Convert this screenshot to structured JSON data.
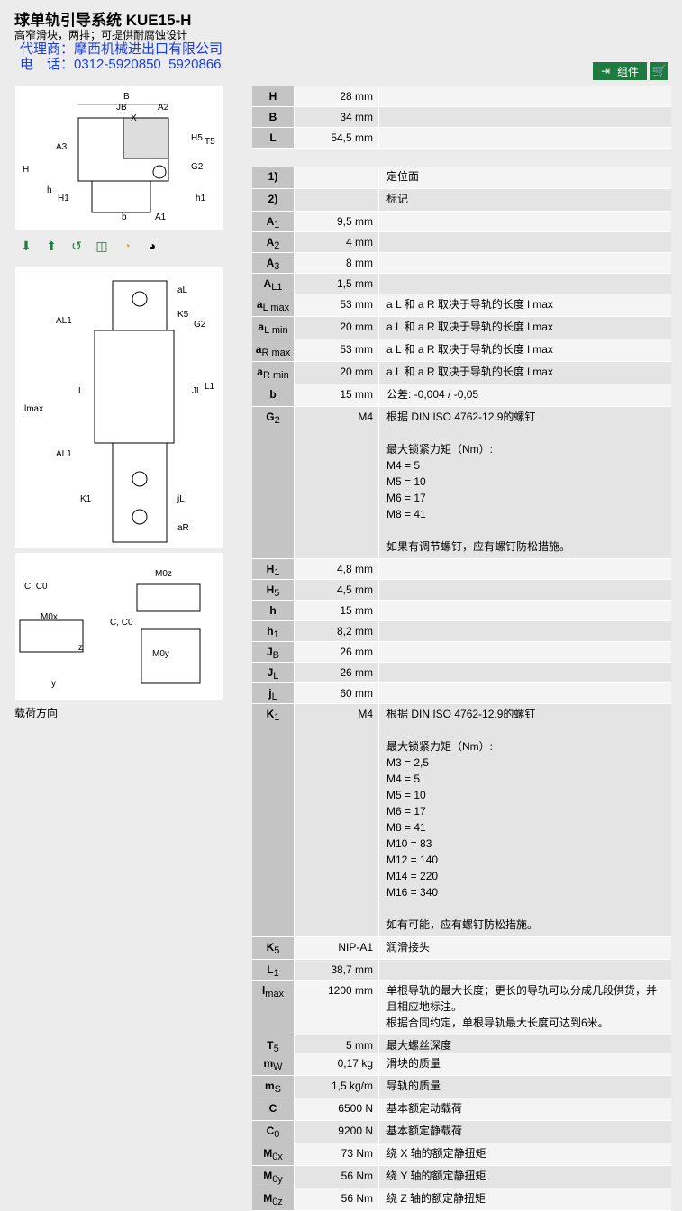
{
  "header": {
    "title": "球单轨引导系统 KUE15-H",
    "subtitle": "高窄滑块，两排；可提供耐腐蚀设计",
    "agent": "代理商：摩西机械进出口有限公司",
    "phone": "电　话：0312-5920850  5920866",
    "component_button": "组件",
    "cart_icon": "cart-icon"
  },
  "left": {
    "caption": "载荷方向",
    "drawing1_labels": [
      "B",
      "JB",
      "A2",
      "X",
      "H",
      "H5",
      "T5",
      "A3",
      "G2",
      "h",
      "H1",
      "h1",
      "b",
      "A1"
    ],
    "drawing2_labels": [
      "aL",
      "AL1",
      "K5",
      "G2",
      "L",
      "JL",
      "L1",
      "lmax",
      "AL1",
      "jL",
      "K1",
      "aR"
    ],
    "drawing3_labels": [
      "C, C0",
      "M0x",
      "M0z",
      "C, C0",
      "M0y",
      "y",
      "z"
    ]
  },
  "groups": [
    [
      {
        "n": "H",
        "v": "28  mm",
        "d": ""
      },
      {
        "n": "B",
        "v": "34  mm",
        "d": ""
      },
      {
        "n": "L",
        "v": "54,5  mm",
        "d": ""
      }
    ],
    [
      {
        "n": "1)",
        "v": "",
        "d": "定位面"
      },
      {
        "n": "2)",
        "v": "",
        "d": "标记"
      },
      {
        "n": "A",
        "s": "1",
        "v": "9,5  mm",
        "d": ""
      },
      {
        "n": "A",
        "s": "2",
        "v": "4  mm",
        "d": ""
      },
      {
        "n": "A",
        "s": "3",
        "v": "8  mm",
        "d": ""
      },
      {
        "n": "A",
        "s": "L1",
        "v": "1,5  mm",
        "d": ""
      },
      {
        "n": "a",
        "s": "L max",
        "v": "53  mm",
        "d": "a L 和 a R 取决于导轨的长度 l max"
      },
      {
        "n": "a",
        "s": "L min",
        "v": "20  mm",
        "d": "a L 和 a R 取决于导轨的长度 l max"
      },
      {
        "n": "a",
        "s": "R max",
        "v": "53  mm",
        "d": "a L 和 a R 取决于导轨的长度 l max"
      },
      {
        "n": "a",
        "s": "R min",
        "v": "20  mm",
        "d": "a L 和 a R 取决于导轨的长度 l max"
      },
      {
        "n": "b",
        "v": "15  mm",
        "d": "公差: -0,004 / -0,05"
      },
      {
        "n": "G",
        "s": "2",
        "v": "M4",
        "d": "根据 DIN ISO 4762-12.9的螺钉\n\n最大锁紧力矩（Nm）:\nM4 = 5\nM5 = 10\nM6 = 17\nM8 = 41\n\n如果有调节螺钉，应有螺钉防松措施。"
      },
      {
        "n": "H",
        "s": "1",
        "v": "4,8  mm",
        "d": ""
      },
      {
        "n": "H",
        "s": "5",
        "v": "4,5  mm",
        "d": ""
      },
      {
        "n": "h",
        "v": "15  mm",
        "d": ""
      },
      {
        "n": "h",
        "s": "1",
        "v": "8,2  mm",
        "d": ""
      },
      {
        "n": "J",
        "s": "B",
        "v": "26  mm",
        "d": ""
      },
      {
        "n": "J",
        "s": "L",
        "v": "26  mm",
        "d": ""
      },
      {
        "n": "j",
        "s": "L",
        "v": "60  mm",
        "d": ""
      },
      {
        "n": "K",
        "s": "1",
        "v": "M4",
        "d": "根据 DIN ISO 4762-12.9的螺钉\n\n最大锁紧力矩（Nm）:\nM3 = 2,5\nM4 = 5\nM5 = 10\nM6 = 17\nM8 = 41\nM10 = 83\nM12 = 140\nM14 = 220\nM16 = 340\n\n如有可能，应有螺钉防松措施。"
      },
      {
        "n": "K",
        "s": "5",
        "v": "NIP-A1",
        "d": "润滑接头"
      },
      {
        "n": "L",
        "s": "1",
        "v": "38,7  mm",
        "d": ""
      },
      {
        "n": "l",
        "s": "max",
        "v": "1200  mm",
        "d": "单根导轨的最大长度；更长的导轨可以分成几段供货，并且相应地标注。\n根据合同约定，单根导轨最大长度可达到6米。"
      },
      {
        "n": "T",
        "s": "5",
        "v": "5  mm",
        "d": "最大螺丝深度"
      }
    ],
    [
      {
        "n": "m",
        "s": "W",
        "v": "0,17  kg",
        "d": "滑块的质量"
      },
      {
        "n": "m",
        "s": "S",
        "v": "1,5  kg/m",
        "d": "导轨的质量"
      },
      {
        "n": "C",
        "v": "6500  N",
        "d": "基本额定动载荷"
      },
      {
        "n": "C",
        "s": "0",
        "v": "9200  N",
        "d": "基本额定静载荷"
      },
      {
        "n": "M",
        "s": "0x",
        "v": "73  Nm",
        "d": "绕 X 轴的额定静扭矩"
      },
      {
        "n": "M",
        "s": "0y",
        "v": "56  Nm",
        "d": "绕 Y 轴的额定静扭矩"
      },
      {
        "n": "M",
        "s": "0z",
        "v": "56  Nm",
        "d": "绕 Z 轴的额定静扭矩"
      }
    ]
  ]
}
